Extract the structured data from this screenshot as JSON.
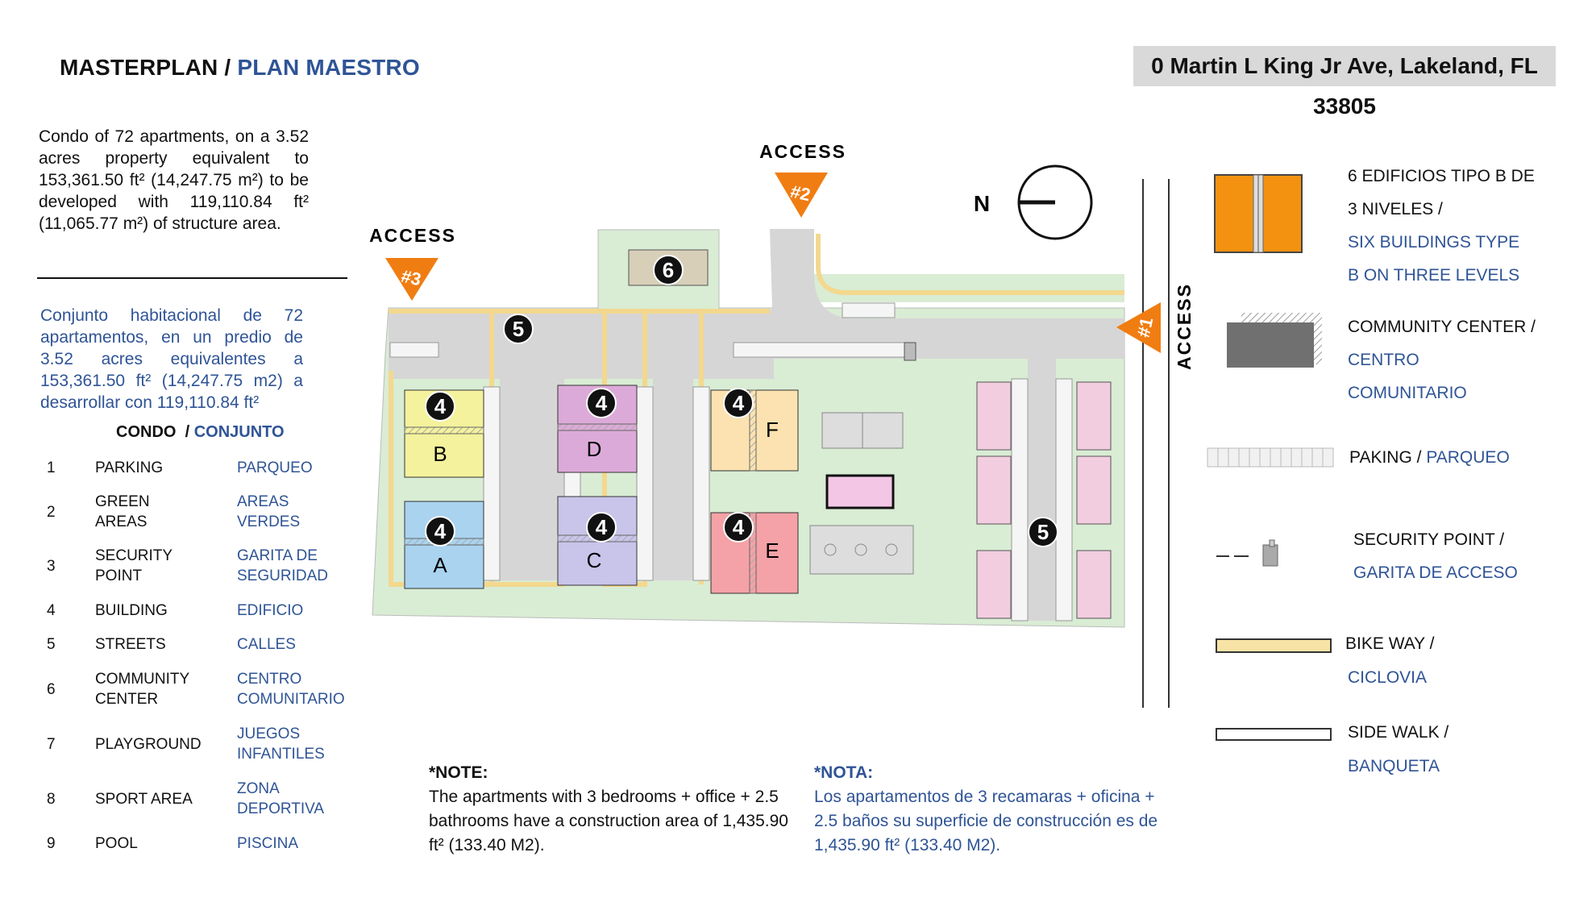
{
  "header": {
    "title_en": "MASTERPLAN",
    "title_sep": " / ",
    "title_es": "PLAN MAESTRO",
    "address": "0 Martin L King Jr Ave, Lakeland, FL 33805"
  },
  "description": {
    "en": "Condo of 72 apartments, on a 3.52 acres property equivalent to 153,361.50 ft² (14,247.75 m²) to be developed with 119,110.84 ft² (11,065.77 m²) of structure area.",
    "es": "Conjunto habitacional de 72 apartamentos, en un predio de 3.52 acres equivalentes a 153,361.50 ft² (14,247.75 m2) a desarrollar con 119,110.84 ft²"
  },
  "legend": {
    "head_en": "CONDO",
    "head_sep": "  / ",
    "head_es": "CONJUNTO",
    "items": [
      {
        "num": "1",
        "en": "PARKING",
        "es": "PARQUEO"
      },
      {
        "num": "2",
        "en": "GREEN AREAS",
        "es": "AREAS VERDES"
      },
      {
        "num": "3",
        "en": "SECURITY POINT",
        "es": "GARITA DE SEGURIDAD"
      },
      {
        "num": "4",
        "en": "BUILDING",
        "es": "EDIFICIO"
      },
      {
        "num": "5",
        "en": "STREETS",
        "es": "CALLES"
      },
      {
        "num": "6",
        "en": "COMMUNITY CENTER",
        "es": "CENTRO COMUNITARIO"
      },
      {
        "num": "7",
        "en": "PLAYGROUND",
        "es": "JUEGOS INFANTILES"
      },
      {
        "num": "8",
        "en": "SPORT AREA",
        "es": "ZONA DEPORTIVA"
      },
      {
        "num": "9",
        "en": "POOL",
        "es": "PISCINA"
      }
    ]
  },
  "notes": {
    "en_head": "*NOTE:",
    "en_body": "The apartments with 3 bedrooms + office + 2.5 bathrooms have a construction area of 1,435.90 ft² (133.40 M2).",
    "es_head": "*NOTA:",
    "es_body": "Los apartamentos  de 3 recamaras + oficina + 2.5 baños su superficie de construcción es de 1,435.90 ft² (133.40 M2)."
  },
  "plan": {
    "access_label": "ACCESS",
    "access_1": "#1",
    "access_2": "#2",
    "access_3": "#3",
    "north": "N",
    "marker_4": "4",
    "marker_5": "5",
    "marker_6": "6",
    "bldg_a": "A",
    "bldg_b": "B",
    "bldg_c": "C",
    "bldg_d": "D",
    "bldg_e": "E",
    "bldg_f": "F",
    "colors": {
      "green": "#d9ecd4",
      "road": "#d6d6d6",
      "bike": "#f8e3a6",
      "access_orange": "#f07d12",
      "bldg_a": "#a9d3ef",
      "bldg_b": "#f4f29c",
      "bldg_c": "#c8c4ea",
      "bldg_d": "#dcaad8",
      "bldg_e": "#f4a2a7",
      "bldg_f": "#fbe2b0",
      "bldg_type_b": "#f2a2c8"
    }
  },
  "key": {
    "buildings_en_1": "6 EDIFICIOS TIPO B DE",
    "buildings_en_2": "3 NIVELES /",
    "buildings_es_1": "SIX BUILDINGS TYPE",
    "buildings_es_2": "B ON THREE LEVELS",
    "community_en": "COMMUNITY CENTER /",
    "community_es_1": "CENTRO",
    "community_es_2": "COMUNITARIO",
    "parking_en": "PAKING / ",
    "parking_es": "PARQUEO",
    "security_en": "SECURITY POINT /",
    "security_es": "GARITA DE ACCESO",
    "bike_en": "BIKE WAY /",
    "bike_es": "CICLOVIA",
    "sidewalk_en": "SIDE WALK /",
    "sidewalk_es": "BANQUETA"
  }
}
